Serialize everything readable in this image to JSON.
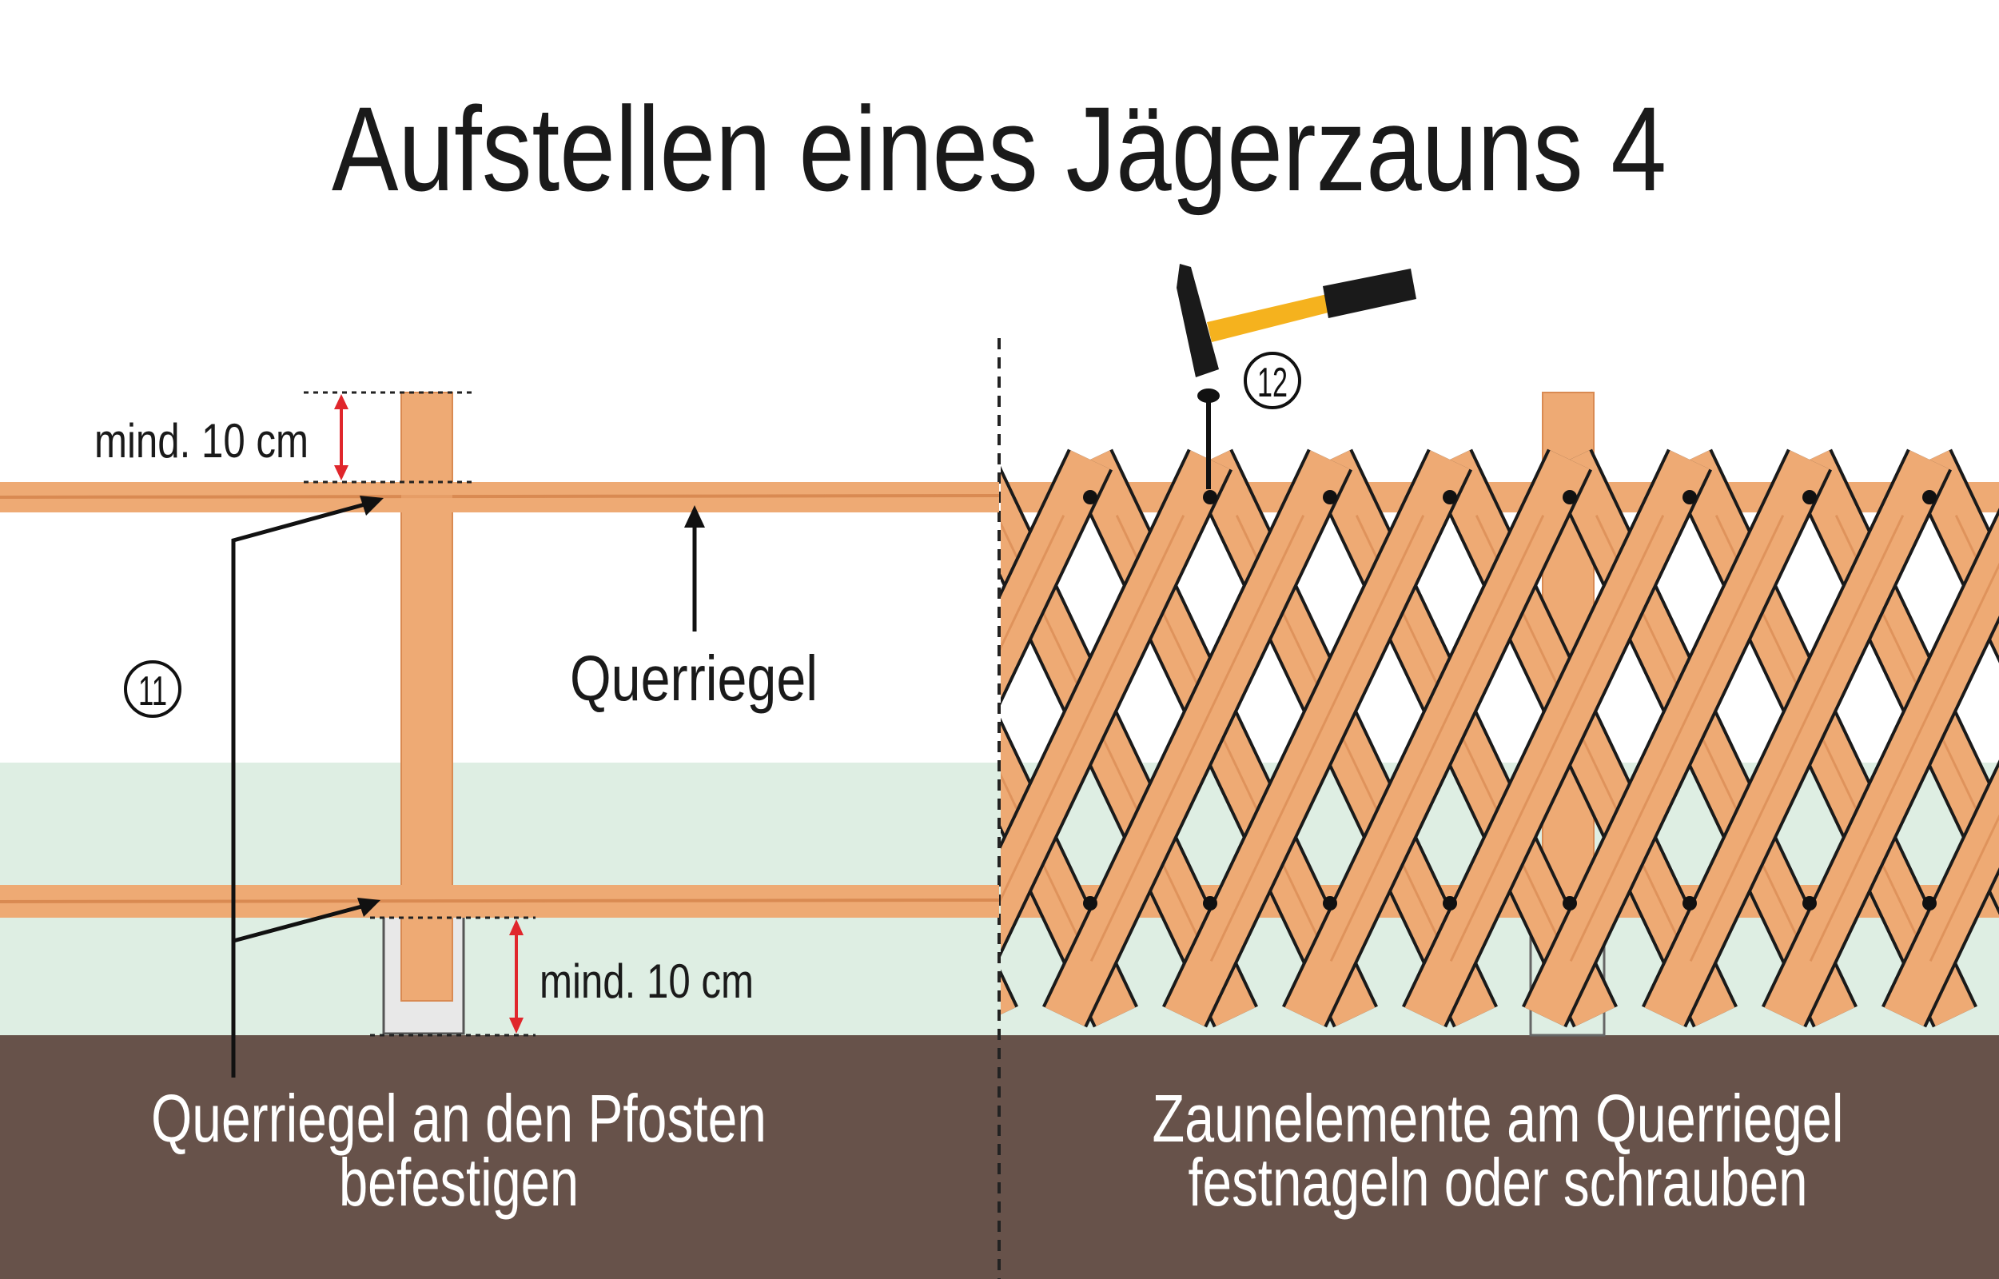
{
  "title": "Aufstellen eines Jägerzauns 4",
  "left": {
    "step_number": "11",
    "top_measure": "mind. 10 cm",
    "bottom_measure": "mind. 10 cm",
    "rail_label": "Querriegel",
    "caption_line1": "Querriegel an den Pfosten",
    "caption_line2": "befestigen"
  },
  "right": {
    "step_number": "12",
    "caption_line1": "Zaunelemente am Querriegel",
    "caption_line2": "festnageln oder schrauben",
    "tool_icon": "hammer-icon"
  },
  "colors": {
    "wood": "#eeaa74",
    "wood_dark": "#d98a52",
    "grass": "#deeee3",
    "ground": "#67524a",
    "measure": "#e0262c"
  }
}
